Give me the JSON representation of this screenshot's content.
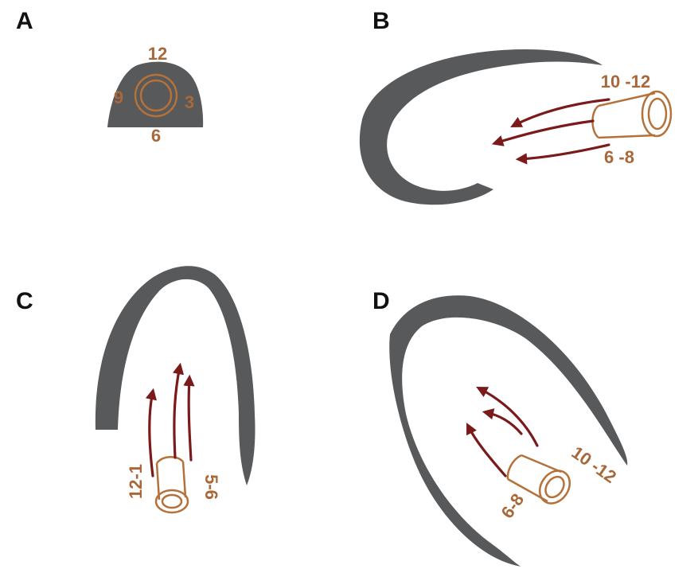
{
  "colors": {
    "wall": "#58595b",
    "valve": "#b5713a",
    "label": "#a8683a",
    "arrow": "#7a1a1a",
    "background": "#ffffff",
    "letter": "#111111"
  },
  "panels": {
    "a": {
      "letter": "A",
      "labels": {
        "top": "12",
        "left": "9",
        "right": "3",
        "bottom": "6"
      }
    },
    "b": {
      "letter": "B",
      "labels": {
        "upper": "10 -12",
        "lower": "6 -8"
      }
    },
    "c": {
      "letter": "C",
      "labels": {
        "left": "12-1",
        "right": "5-6"
      }
    },
    "d": {
      "letter": "D",
      "labels": {
        "upper": "10 -12",
        "lower": "6-8"
      }
    }
  }
}
